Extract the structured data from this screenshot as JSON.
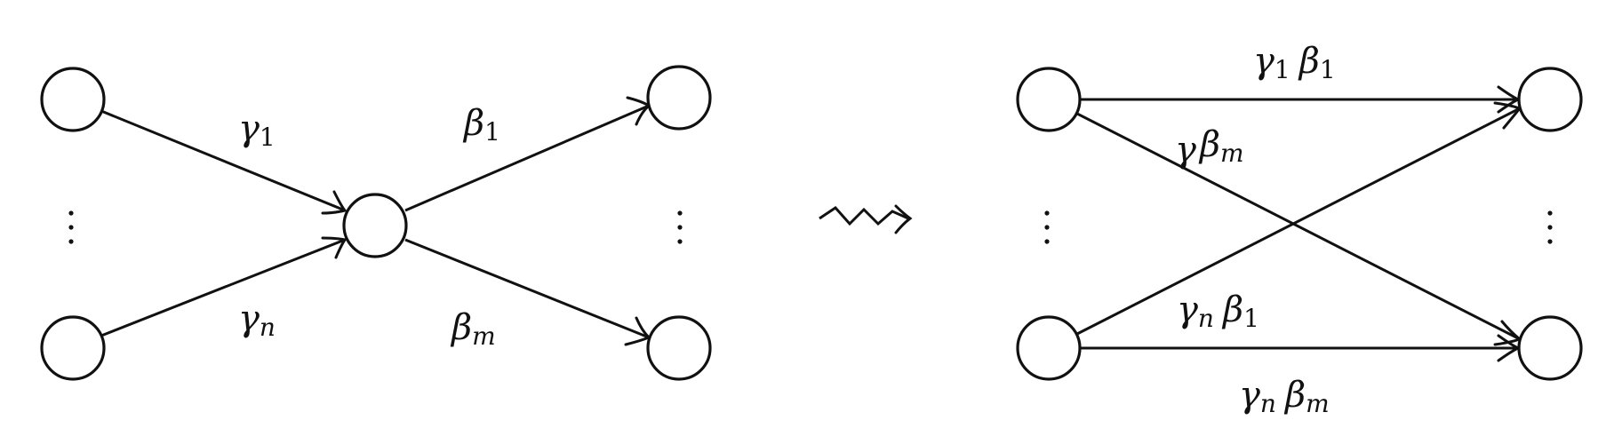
{
  "left": {
    "labels": {
      "gamma_1": {
        "base": "γ",
        "sub": "1"
      },
      "gamma_n": {
        "base": "γ",
        "sub": "n"
      },
      "beta_1": {
        "base": "β",
        "sub": "1"
      },
      "beta_m": {
        "base": "β",
        "sub": "m"
      }
    }
  },
  "arrow_symbol": "⇝",
  "right": {
    "labels": {
      "top": {
        "a": "γ",
        "a_sub": "1",
        "b": "β",
        "b_sub": "1"
      },
      "diag_down": {
        "a": "γ",
        "a_sub": "",
        "b": "β",
        "b_sub": "m"
      },
      "diag_up": {
        "a": "γ",
        "a_sub": "n",
        "b": "β",
        "b_sub": "1"
      },
      "bottom": {
        "a": "γ",
        "a_sub": "n",
        "b": "β",
        "b_sub": "m"
      }
    }
  }
}
